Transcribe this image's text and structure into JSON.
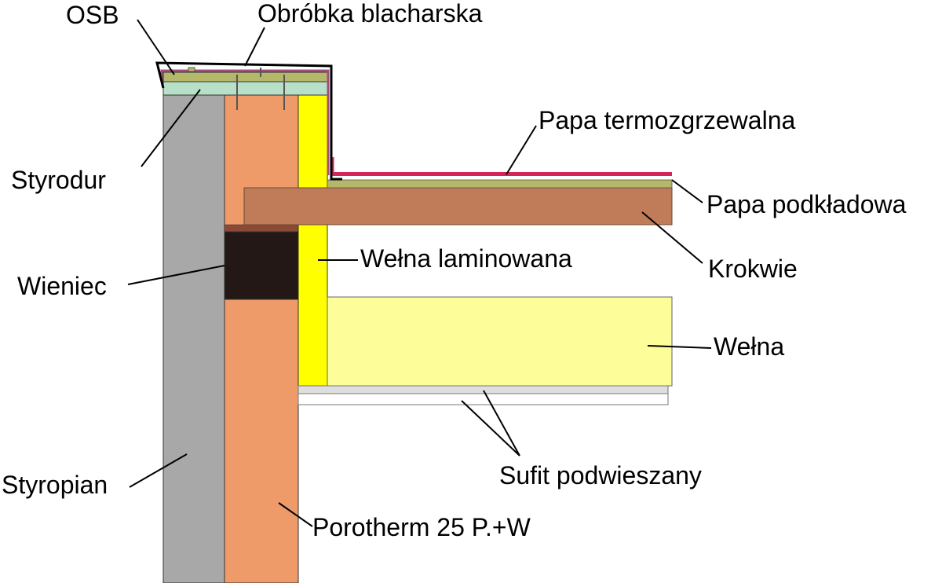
{
  "labels": {
    "osb": "OSB",
    "obrobka": "Obróbka blacharska",
    "styrodur": "Styrodur",
    "papa_termo": "Papa termozgrzewalna",
    "papa_podklad": "Papa podkładowa",
    "krokwie": "Krokwie",
    "welna_lam": "Wełna laminowana",
    "wieniec": "Wieniec",
    "welna": "Wełna",
    "sufit": "Sufit podwieszany",
    "styropian": "Styropian",
    "porotherm": "Porotherm 25 P.+W"
  },
  "colors": {
    "styropian": "#a8a8a8",
    "porotherm": "#ef9a69",
    "wieniec": "#231815",
    "wieniec_top": "#8b4a35",
    "styrodur": "#b8e0c8",
    "osb": "#b5b86a",
    "obrobka": "#000000",
    "papa_termo": "#d6245a",
    "papa_podklad": "#b5b86a",
    "krokwie": "#c07c58",
    "welna_lam": "#ffff00",
    "welna": "#fdfd9a",
    "sufit": "#dedede",
    "membrane": "#a0507a"
  }
}
